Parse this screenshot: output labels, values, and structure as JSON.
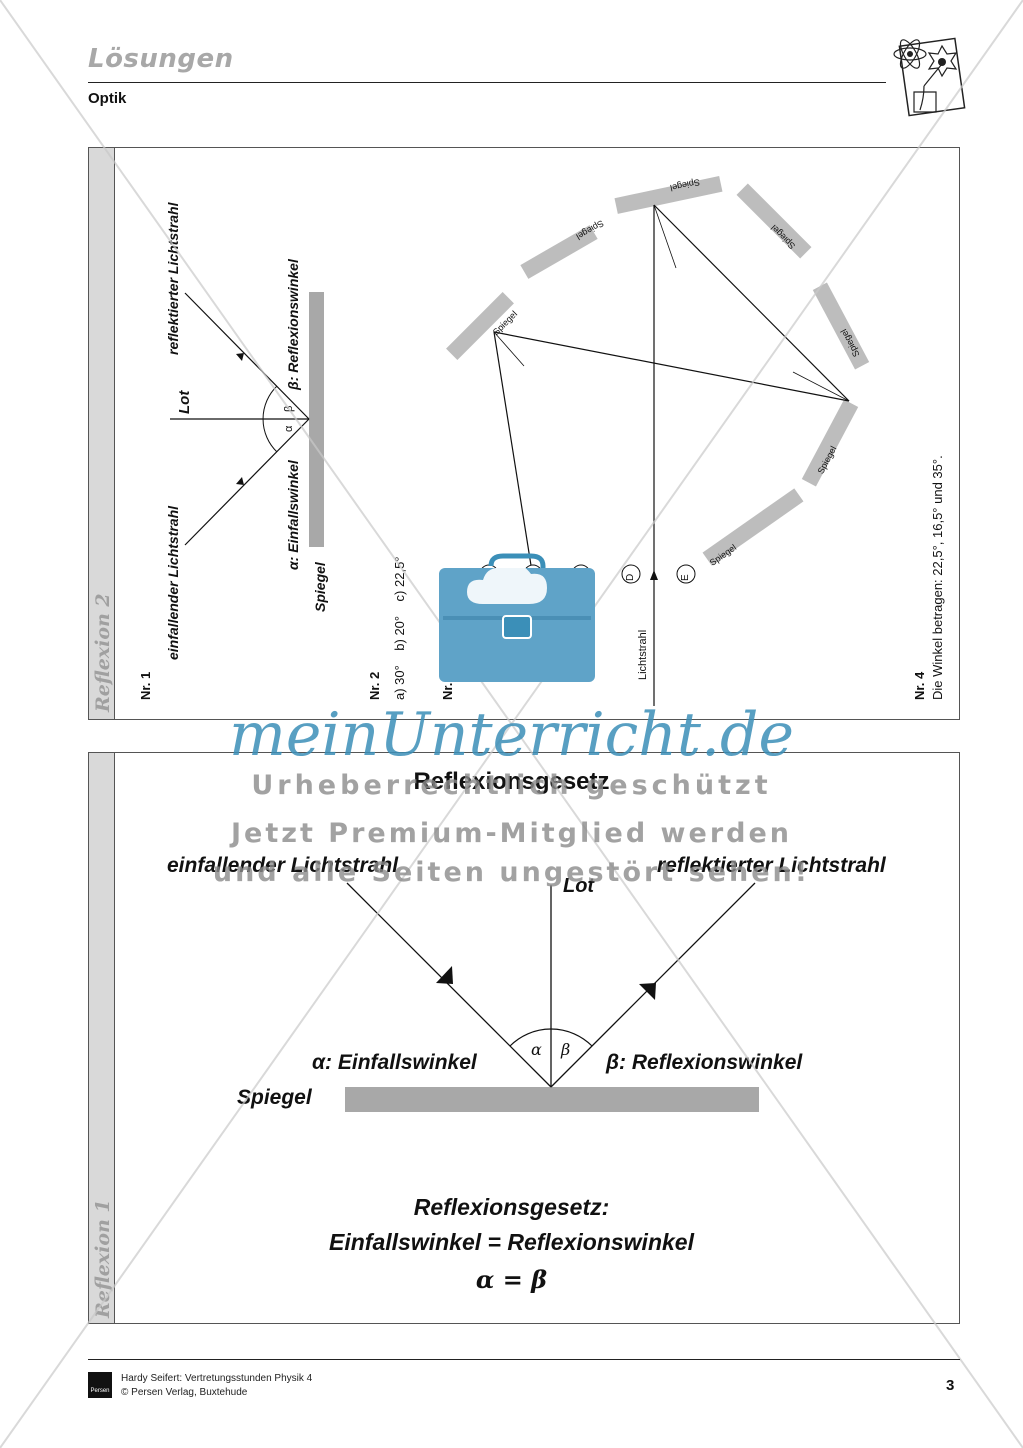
{
  "header": {
    "title": "Lösungen",
    "subtitle": "Optik"
  },
  "reflexion2": {
    "side_label": "Reflexion 2",
    "nr1": {
      "label": "Nr. 1",
      "incoming_ray": "einfallender Lichtstrahl",
      "normal": "Lot",
      "reflected_ray": "reflektierter Lichtstrahl",
      "alpha_label": "α: Einfallswinkel",
      "beta_label": "β: Reflexionswinkel",
      "mirror": "Spiegel",
      "alpha": "α",
      "beta": "β"
    },
    "nr2": {
      "label": "Nr. 2",
      "answers": "a) 30°    b) 20°    c) 22,5°"
    },
    "nr3": {
      "label": "Nr. 3",
      "ray": "Lichtstrahl",
      "mirror": "Spiegel",
      "points": [
        "A",
        "B",
        "C",
        "D",
        "E"
      ]
    },
    "nr4": {
      "label": "Nr. 4",
      "text": "Die Winkel betragen: 22,5°, 16,5° und 35°."
    }
  },
  "reflexion1": {
    "side_label": "Reflexion 1",
    "title": "Reflexionsgesetz",
    "incoming_ray": "einfallender Lichtstrahl",
    "reflected_ray": "reflektierter Lichtstrahl",
    "normal": "Lot",
    "alpha": "α",
    "beta": "β",
    "alpha_label": "α: Einfallswinkel",
    "beta_label": "β: Reflexionswinkel",
    "mirror": "Spiegel",
    "law_title": "Reflexionsgesetz:",
    "law_text": "Einfallswinkel = Reflexionswinkel",
    "law_formula": "α = β"
  },
  "watermark": {
    "brand": "meinUnterricht.de",
    "line1": "Urheberrechtlich geschützt",
    "line2": "Jetzt Premium-Mitglied werden",
    "line3": "und alle Seiten ungestört sehen!"
  },
  "footer": {
    "line1": "Hardy Seifert: Vertretungsstunden Physik 4",
    "line2": "© Persen Verlag, Buxtehude",
    "logo": "Persen",
    "page": "3"
  },
  "colors": {
    "mirror_gray": "#a8a8a8",
    "watermark_blue": "#3b8fb8",
    "watermark_gray": "#8c8c8c",
    "strip_gray": "#d9d9d9"
  }
}
